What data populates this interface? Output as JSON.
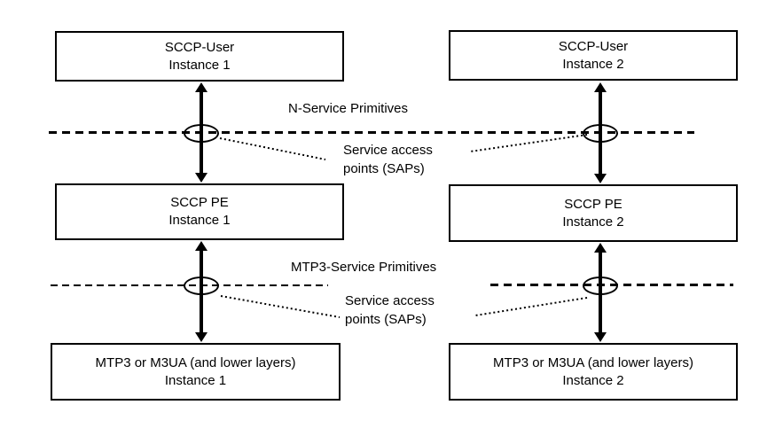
{
  "diagram": {
    "columns": [
      {
        "name": "Instance 1",
        "boxes": [
          {
            "title": "SCCP-User",
            "subtitle": "Instance 1"
          },
          {
            "title": "SCCP PE",
            "subtitle": "Instance 1"
          },
          {
            "title": "MTP3 or M3UA (and lower layers)",
            "subtitle": "Instance 1"
          }
        ]
      },
      {
        "name": "Instance 2",
        "boxes": [
          {
            "title": "SCCP-User",
            "subtitle": "Instance 2"
          },
          {
            "title": "SCCP PE",
            "subtitle": "Instance 2"
          },
          {
            "title": "MTP3 or M3UA (and lower layers)",
            "subtitle": "Instance 2"
          }
        ]
      }
    ],
    "labels": {
      "n_service": "N-Service Primitives",
      "mtp3_service": "MTP3-Service Primitives",
      "sap_upper": {
        "line1": "Service access",
        "line2": "points (SAPs)"
      },
      "sap_lower": {
        "line1": "Service access",
        "line2": "points (SAPs)"
      }
    },
    "colors": {
      "line": "#000000",
      "background": "#ffffff"
    }
  }
}
